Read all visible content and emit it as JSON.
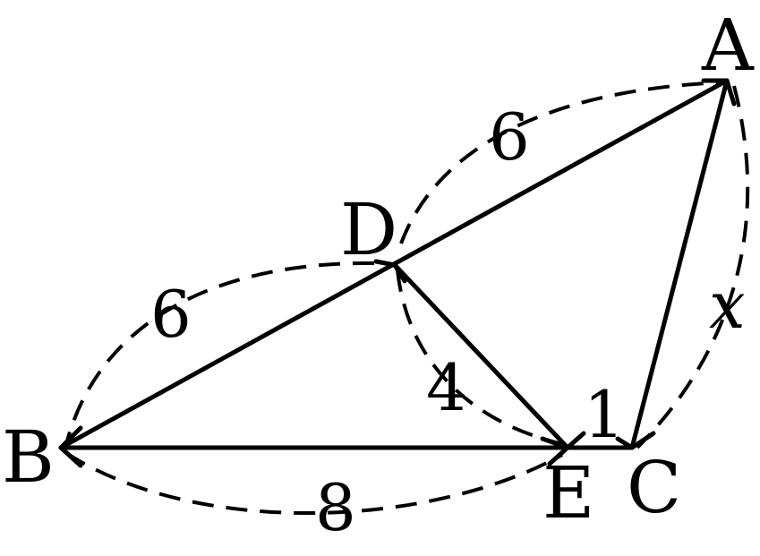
{
  "diagram": {
    "points": {
      "A": "A",
      "B": "B",
      "C": "C",
      "D": "D",
      "E": "E"
    },
    "lengths": {
      "AD": "6",
      "DB": "6",
      "DE": "4",
      "BE": "8",
      "EC": "1",
      "AC": "x"
    }
  }
}
